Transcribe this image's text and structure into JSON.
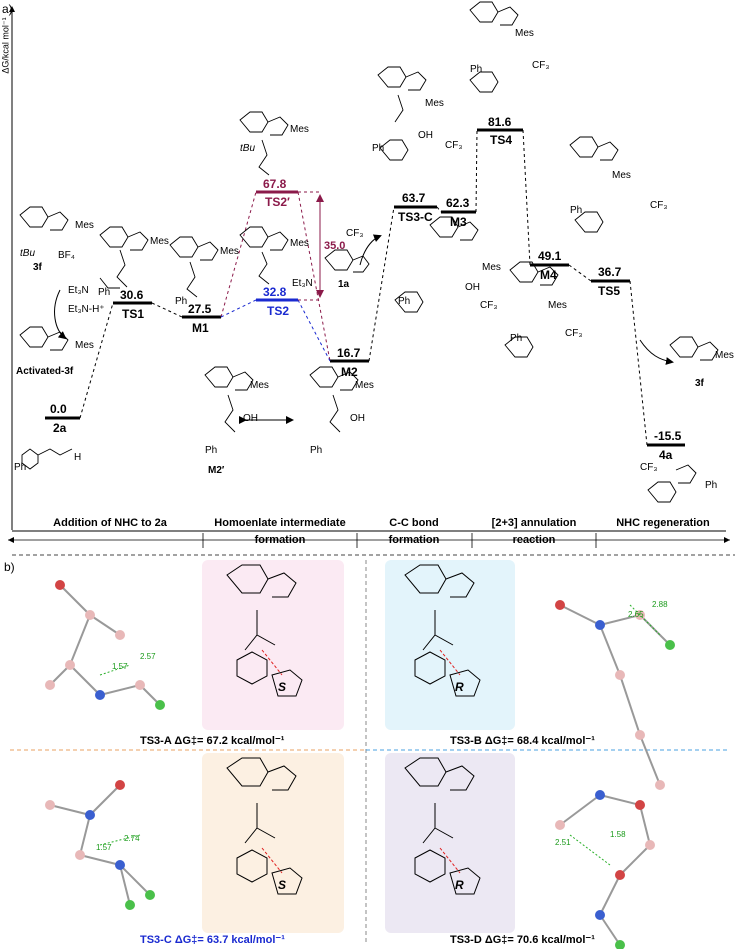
{
  "panel_a_label": "a)",
  "panel_b_label": "b)",
  "y_axis_label": "ΔG/kcal mol⁻¹",
  "levels": [
    {
      "id": "2a",
      "energy": "0.0",
      "name": "2a",
      "color": "#000000"
    },
    {
      "id": "TS1",
      "energy": "30.6",
      "name": "TS1",
      "color": "#000000"
    },
    {
      "id": "M1",
      "energy": "27.5",
      "name": "M1",
      "color": "#000000"
    },
    {
      "id": "TS2p",
      "energy": "67.8",
      "name": "TS2′",
      "color": "#8b1a4a"
    },
    {
      "id": "TS2",
      "energy": "32.8",
      "name": "TS2",
      "color": "#1a2ad0"
    },
    {
      "id": "M2",
      "energy": "16.7",
      "name": "M2",
      "color": "#000000"
    },
    {
      "id": "TS3C",
      "energy": "63.7",
      "name": "TS3-C",
      "color": "#000000"
    },
    {
      "id": "M3",
      "energy": "62.3",
      "name": "M3",
      "color": "#000000"
    },
    {
      "id": "TS4",
      "energy": "81.6",
      "name": "TS4",
      "color": "#000000"
    },
    {
      "id": "M4",
      "energy": "49.1",
      "name": "M4",
      "color": "#000000"
    },
    {
      "id": "TS5",
      "energy": "36.7",
      "name": "TS5",
      "color": "#000000"
    },
    {
      "id": "4a",
      "energy": "-15.5",
      "name": "4a",
      "color": "#000000"
    }
  ],
  "barrier_diff": "35.0",
  "stages": [
    {
      "line1": "Addition of NHC to 2a",
      "line2": ""
    },
    {
      "line1": "Homoenlate intermediate",
      "line2": "formation"
    },
    {
      "line1": "C-C bond",
      "line2": "formation"
    },
    {
      "line1": "[2+3] annulation",
      "line2": "reaction"
    },
    {
      "line1": "NHC regeneration",
      "line2": ""
    }
  ],
  "structure_labels": {
    "s3f": "3f",
    "bf4": "BF₄",
    "et3n": "Et₃N",
    "et3nh": "Et₃N-H⁺",
    "activated": "Activated-3f",
    "mes": "Mes",
    "tbu": "tBu",
    "ph": "Ph",
    "oh": "OH",
    "m2p": "M2′",
    "s1a": "1a",
    "cf3": "CF₃",
    "s3f_end": "3f",
    "et3n_h": "Et₃N",
    "h": "H"
  },
  "ts_captions": [
    {
      "text": "TS3-A ΔG‡= 67.2 kcal/mol⁻¹",
      "color": "#000000",
      "stereo": "S",
      "bg": "#fbeaf3"
    },
    {
      "text": "TS3-B ΔG‡= 68.4 kcal/mol⁻¹",
      "color": "#000000",
      "stereo": "R",
      "bg": "#e3f4fb"
    },
    {
      "text": "TS3-C ΔG‡= 63.7 kcal/mol⁻¹",
      "color": "#1a2ad0",
      "stereo": "S",
      "bg": "#fcf0e2"
    },
    {
      "text": "TS3-D ΔG‡= 70.6 kcal/mol⁻¹",
      "color": "#000000",
      "stereo": "R",
      "bg": "#ece8f3"
    }
  ],
  "distances": [
    "1.57",
    "2.57",
    "2.65",
    "2.88",
    "1.57",
    "2.74",
    "2.51",
    "1.58"
  ]
}
